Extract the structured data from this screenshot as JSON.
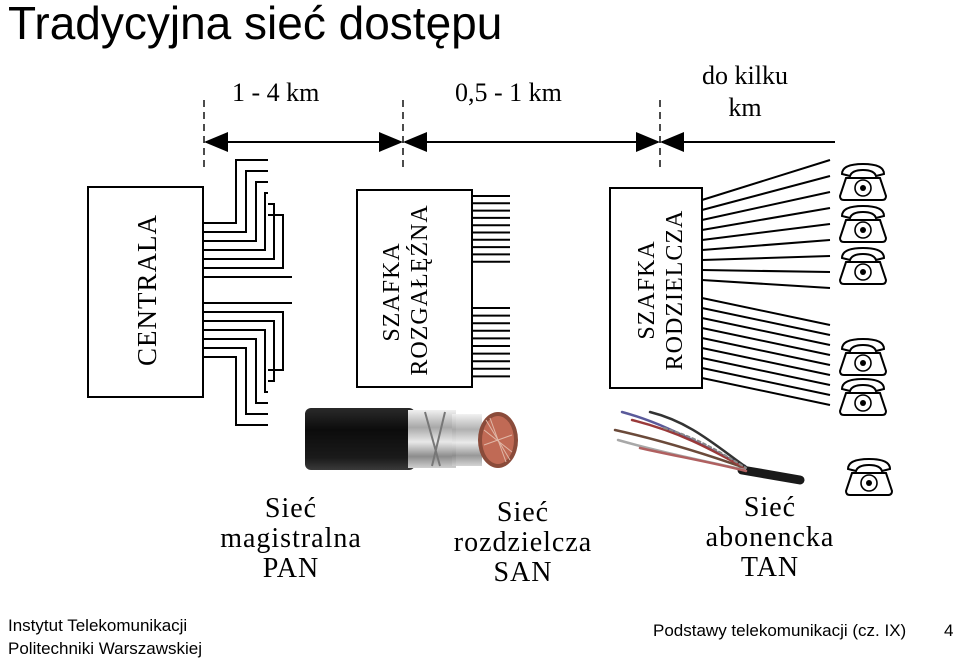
{
  "title": "Tradycyjna sieć dostępu",
  "distances": {
    "d1": "1 - 4 km",
    "d2": "0,5 - 1 km",
    "d3_line1": "do kilku",
    "d3_line2": "km"
  },
  "boxes": {
    "centrala": "CENTRALA",
    "szafka_rozgalezna_line1": "SZAFKA",
    "szafka_rozgalezna_line2": "ROZGAŁĘŹNA",
    "szafka_rozdzielcza_line1": "SZAFKA",
    "szafka_rozdzielcza_line2": "RODZIELCZA"
  },
  "captions": {
    "pan": [
      "Sieć",
      "magistralna",
      "PAN"
    ],
    "san": [
      "Sieć",
      "rozdzielcza",
      "SAN"
    ],
    "tan": [
      "Sieć",
      "abonencka",
      "TAN"
    ]
  },
  "footer": {
    "left_line1": "Instytut Telekomunikacji",
    "left_line2": "Politechniki Warszawskiej",
    "right": "Podstawy telekomunikacji (cz. IX)",
    "page": "4"
  },
  "icons": {
    "phone": "telephone-icon",
    "cable_thick": "cable-photo-icon",
    "cable_wires": "wires-photo-icon"
  }
}
